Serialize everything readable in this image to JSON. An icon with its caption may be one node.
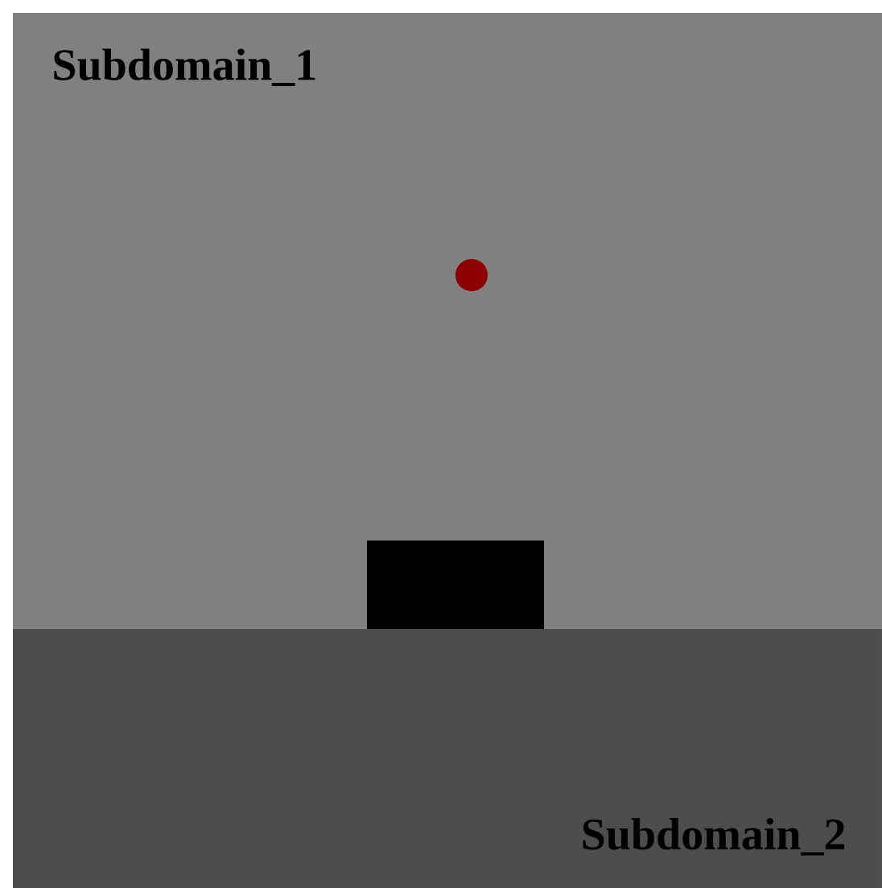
{
  "diagram": {
    "nodes": [
      {
        "text": [
          "Subdomain_1"
        ]
      },
      {
        "text": [],
        "shape": "circle",
        "in": 0
      },
      {
        "text": [],
        "shape": "box",
        "in": 0
      },
      {
        "text": [
          "Subdomain_2"
        ]
      }
    ]
  }
}
